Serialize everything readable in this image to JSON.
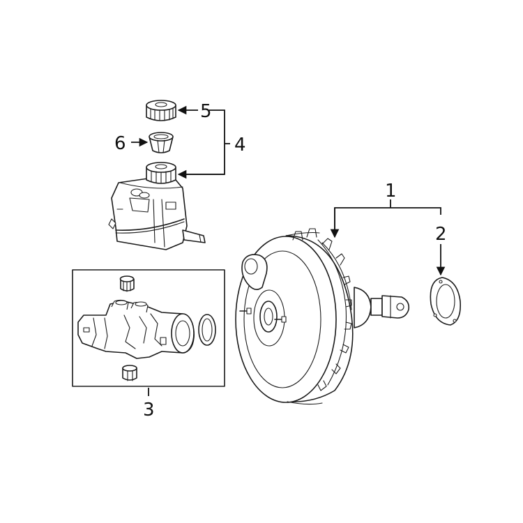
{
  "callouts": {
    "c1": "1",
    "c2": "2",
    "c3": "3",
    "c4": "4",
    "c5": "5",
    "c6": "6"
  },
  "icons": {
    "booster": "brake-booster-icon",
    "gasket": "gasket-icon",
    "master_cylinder": "master-cylinder-icon",
    "reservoir": "reservoir-icon",
    "cap": "reservoir-cap-icon",
    "filter": "strainer-icon"
  },
  "colors": {
    "line": "#1a1a1a",
    "background": "#ffffff"
  }
}
